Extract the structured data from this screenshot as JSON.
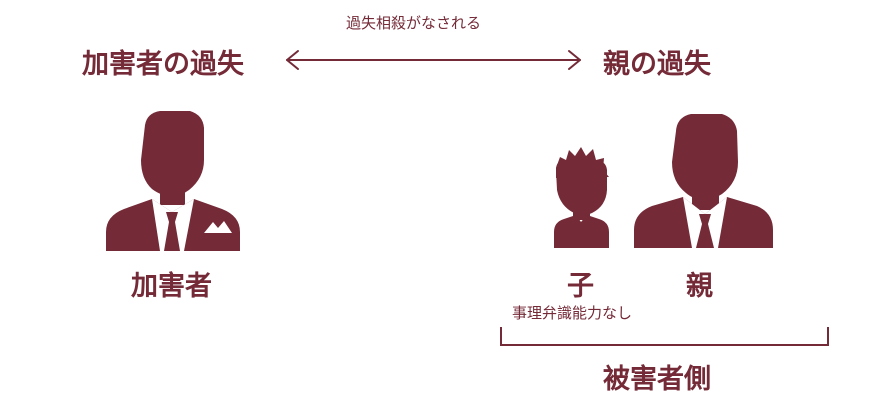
{
  "colors": {
    "primary": "#742a37",
    "background": "#ffffff"
  },
  "top": {
    "relation_caption": "過失相殺がなされる",
    "left_heading": "加害者の過失",
    "right_heading": "親の過失"
  },
  "figures": {
    "assailant_label": "加害者",
    "child_label": "子",
    "parent_label": "親"
  },
  "child_note": "事理弁識能力なし",
  "victim_group_label": "被害者側",
  "icons": [
    "double-arrow-icon",
    "assailant-person-icon",
    "child-person-icon",
    "parent-person-icon",
    "bracket-icon"
  ]
}
